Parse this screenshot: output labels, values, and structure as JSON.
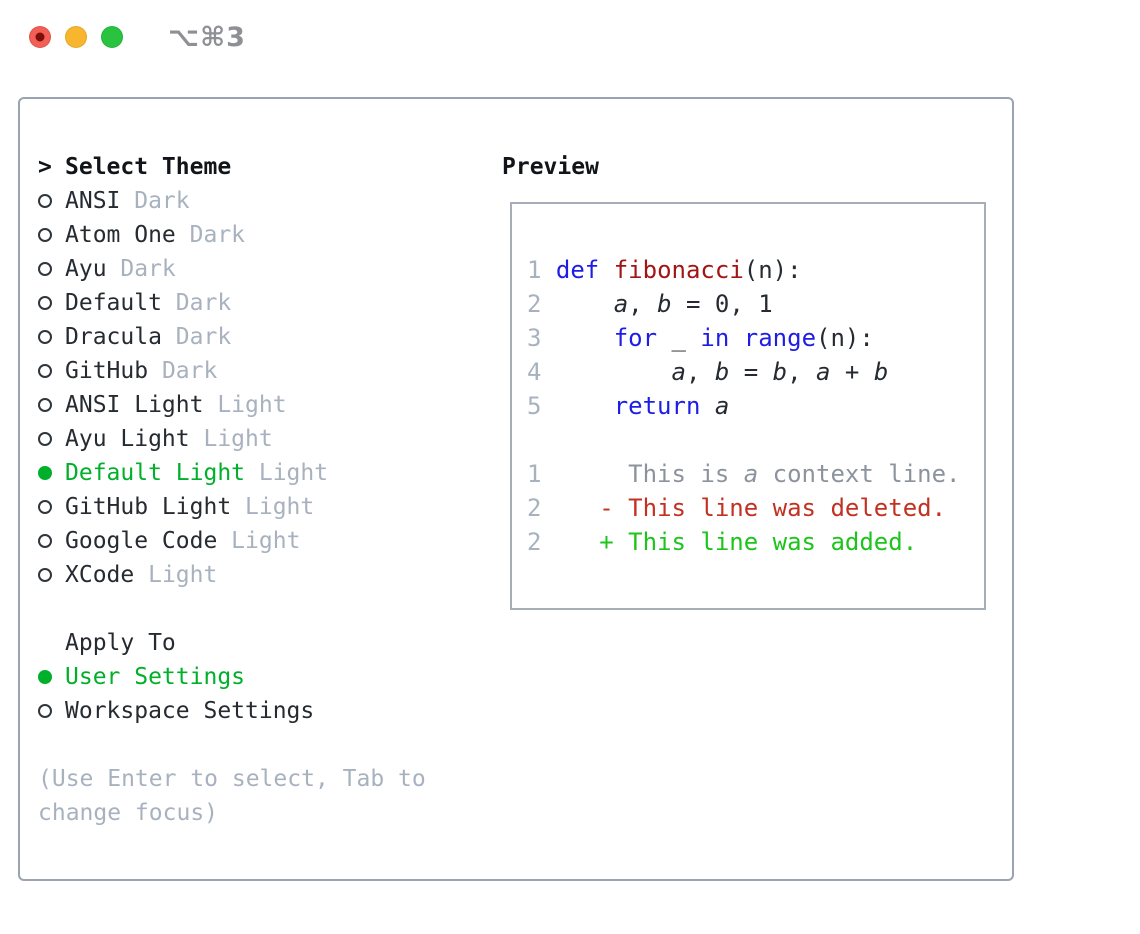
{
  "window": {
    "title": "⌥⌘3"
  },
  "sidebar": {
    "cursor": ">",
    "title": "Select Theme",
    "themes": [
      {
        "label": "ANSI",
        "variant": "Dark",
        "selected": false
      },
      {
        "label": "Atom One",
        "variant": "Dark",
        "selected": false
      },
      {
        "label": "Ayu",
        "variant": "Dark",
        "selected": false
      },
      {
        "label": "Default",
        "variant": "Dark",
        "selected": false
      },
      {
        "label": "Dracula",
        "variant": "Dark",
        "selected": false
      },
      {
        "label": "GitHub",
        "variant": "Dark",
        "selected": false
      },
      {
        "label": "ANSI Light",
        "variant": "Light",
        "selected": false
      },
      {
        "label": "Ayu Light",
        "variant": "Light",
        "selected": false
      },
      {
        "label": "Default Light",
        "variant": "Light",
        "selected": true
      },
      {
        "label": "GitHub Light",
        "variant": "Light",
        "selected": false
      },
      {
        "label": "Google Code",
        "variant": "Light",
        "selected": false
      },
      {
        "label": "XCode",
        "variant": "Light",
        "selected": false
      }
    ],
    "apply_to": {
      "title": "Apply To",
      "options": [
        {
          "label": "User Settings",
          "selected": true
        },
        {
          "label": "Workspace Settings",
          "selected": false
        }
      ]
    },
    "help": "(Use Enter to select, Tab to change focus)"
  },
  "preview": {
    "title": "Preview",
    "lines": [
      {
        "num": "1",
        "segments": [
          {
            "t": "def",
            "c": "kw"
          },
          {
            "t": " "
          },
          {
            "t": "fibonacci",
            "c": "fn"
          },
          {
            "t": "(n):"
          }
        ]
      },
      {
        "num": "2",
        "segments": [
          {
            "t": "    "
          },
          {
            "t": "a",
            "c": "var"
          },
          {
            "t": ", "
          },
          {
            "t": "b",
            "c": "var"
          },
          {
            "t": " = 0, 1"
          }
        ]
      },
      {
        "num": "3",
        "segments": [
          {
            "t": "    "
          },
          {
            "t": "for",
            "c": "kw"
          },
          {
            "t": " _ "
          },
          {
            "t": "in",
            "c": "kw"
          },
          {
            "t": " "
          },
          {
            "t": "range",
            "c": "kw"
          },
          {
            "t": "(n):"
          }
        ]
      },
      {
        "num": "4",
        "segments": [
          {
            "t": "        "
          },
          {
            "t": "a",
            "c": "var"
          },
          {
            "t": ", "
          },
          {
            "t": "b",
            "c": "var"
          },
          {
            "t": " = "
          },
          {
            "t": "b",
            "c": "var"
          },
          {
            "t": ", "
          },
          {
            "t": "a",
            "c": "var"
          },
          {
            "t": " + "
          },
          {
            "t": "b",
            "c": "var"
          }
        ]
      },
      {
        "num": "5",
        "segments": [
          {
            "t": "    "
          },
          {
            "t": "return",
            "c": "kw"
          },
          {
            "t": " "
          },
          {
            "t": "a",
            "c": "var"
          }
        ]
      },
      {
        "num": "",
        "segments": []
      },
      {
        "num": "1",
        "segments": [
          {
            "t": "     "
          },
          {
            "t": "This is ",
            "c": "ctx"
          },
          {
            "t": "a",
            "c": "ctx var"
          },
          {
            "t": " context line.",
            "c": "ctx"
          }
        ]
      },
      {
        "num": "2",
        "segments": [
          {
            "t": "   "
          },
          {
            "t": "- This line was deleted.",
            "c": "del"
          }
        ]
      },
      {
        "num": "2",
        "segments": [
          {
            "t": "   "
          },
          {
            "t": "+ This line was added.",
            "c": "add"
          }
        ]
      }
    ]
  },
  "colors": {
    "ink": "#262b31",
    "mutedGray": "#a8b2bf",
    "ctxGray": "#8d939d",
    "selGreen": "#00b02a",
    "addGreen": "#1cc41c",
    "delRed": "#c23122",
    "kwBlue": "#1d1de6",
    "fnRed": "#a31515",
    "panelBorder": "#9aa4b0",
    "trafficRed": "#f35e56",
    "trafficYellow": "#f8b62e",
    "trafficGreen": "#2ac340"
  }
}
